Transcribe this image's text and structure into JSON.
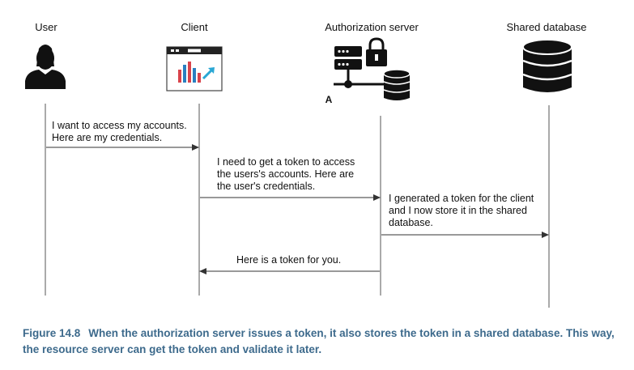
{
  "actors": [
    {
      "label": "User",
      "icon": "user-icon"
    },
    {
      "label": "Client",
      "icon": "client-dashboard-icon"
    },
    {
      "label": "Authorization server",
      "icon": "authorization-server-icon",
      "tag": "A"
    },
    {
      "label": "Shared database",
      "icon": "database-icon"
    }
  ],
  "messages": [
    {
      "from": "User",
      "to": "Client",
      "lines": [
        "I want to access my accounts.",
        "Here are my credentials."
      ]
    },
    {
      "from": "Client",
      "to": "Authorization server",
      "lines": [
        "I need to get a token to access",
        "the users's accounts. Here are",
        "the user's credentials."
      ]
    },
    {
      "from": "Authorization server",
      "to": "Shared database",
      "lines": [
        "I generated a token for the client",
        "and I now store it in the shared",
        "database."
      ]
    },
    {
      "from": "Authorization server",
      "to": "Client",
      "lines": [
        "Here is a token for you."
      ]
    }
  ],
  "caption": {
    "figure": "Figure 14.8",
    "text": "When the authorization server issues a token, it also stores the token in a shared database. This way, the resource server can get the token and validate it later."
  },
  "colors": {
    "caption": "#3d6a8c",
    "icon_dark": "#111111",
    "chart_red": "#d9434b",
    "chart_blue": "#2a7fc0",
    "arrow_cyan": "#2aa7d4"
  }
}
